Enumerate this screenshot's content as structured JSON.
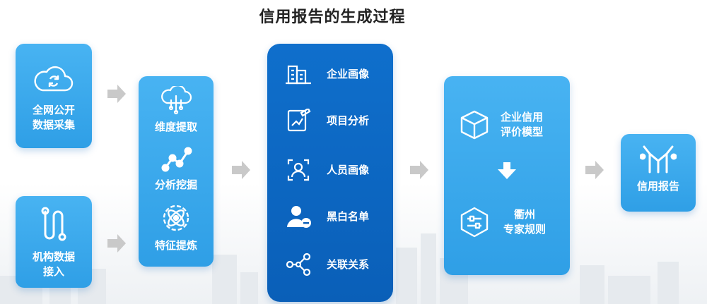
{
  "title": "信用报告的生成过程",
  "sources": {
    "web": "全网公开\n数据采集",
    "org": "机构数据\n接入"
  },
  "process": [
    "维度提取",
    "分析挖掘",
    "特征提炼"
  ],
  "profiles": [
    "企业画像",
    "项目分析",
    "人员画像",
    "黑白名单",
    "关联关系"
  ],
  "model": {
    "credit": "企业信用\n评价模型",
    "rules": "衢州\n专家规则"
  },
  "output": "信用报告",
  "icons": {
    "web": "cloud-sync-icon",
    "org": "data-path-icon",
    "process": [
      "cloud-tree-icon",
      "trend-nodes-icon",
      "atom-gear-icon"
    ],
    "profiles": [
      "building-icon",
      "document-edit-icon",
      "face-scan-icon",
      "user-minus-icon",
      "share-nodes-icon"
    ],
    "model": [
      "cube-icon",
      "control-panel-icon"
    ],
    "output": "people-network-icon"
  },
  "colors": {
    "light_blue": "#2f9fe6",
    "dark_blue": "#0a5fb8",
    "arrow_gray": "#c9c9c9",
    "title": "#222222"
  }
}
